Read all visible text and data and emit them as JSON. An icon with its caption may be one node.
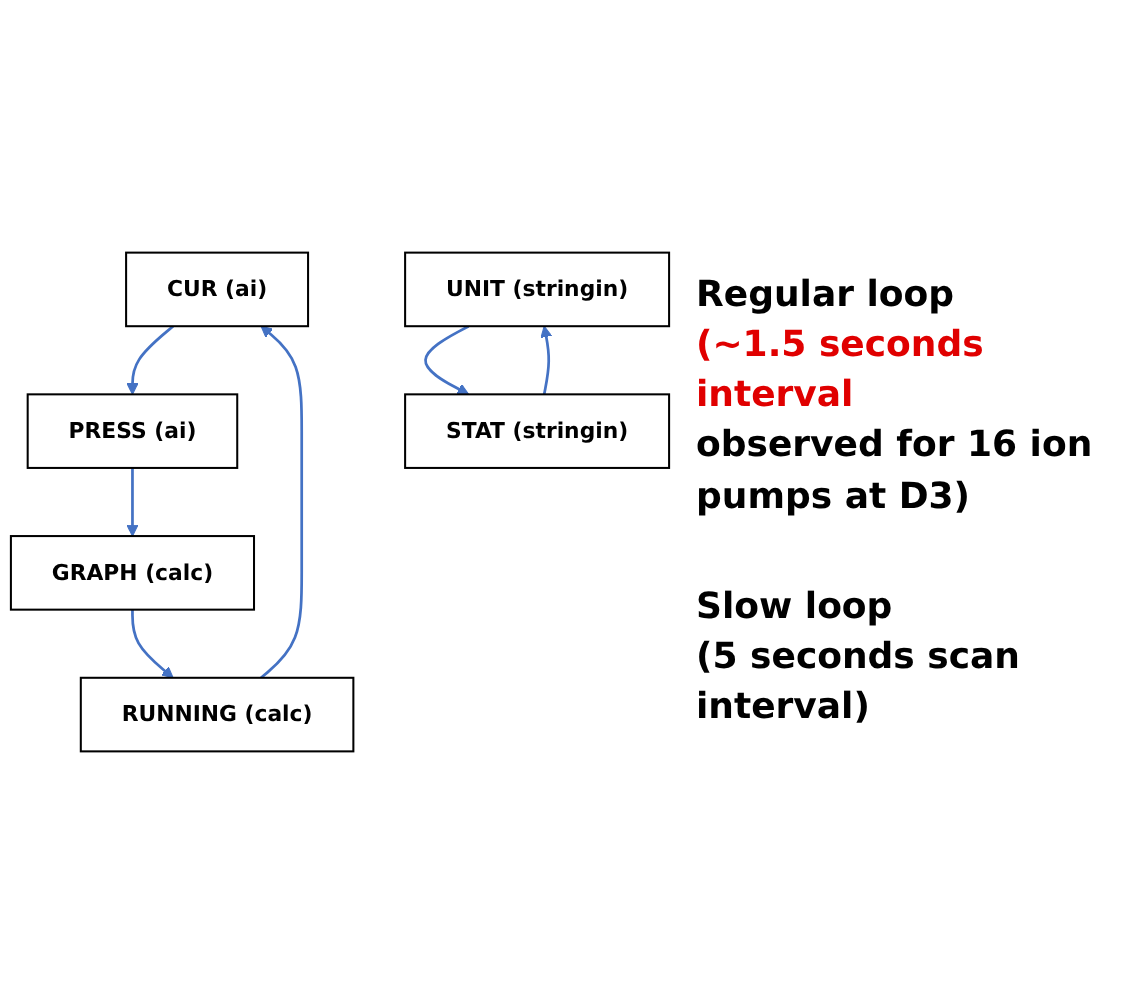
{
  "diagram": {
    "nodes": [
      {
        "text": [
          "CUR (ai)"
        ]
      },
      {
        "text": [
          "PRESS (ai)"
        ]
      },
      {
        "text": [
          "GRAPH (calc)"
        ]
      },
      {
        "text": [
          "RUNNING (calc)"
        ]
      },
      {
        "text": [
          "UNIT (stringin)"
        ]
      },
      {
        "text": [
          "STAT (stringin)"
        ]
      }
    ],
    "edges": [
      {
        "from": 0,
        "to": 1,
        "arrow": "to"
      },
      {
        "from": 1,
        "to": 2,
        "arrow": "to"
      },
      {
        "from": 2,
        "to": 3,
        "arrow": "to"
      },
      {
        "from": 3,
        "to": 0,
        "arrow": "to"
      },
      {
        "from": 4,
        "to": 5,
        "arrow": "to"
      },
      {
        "from": 5,
        "to": 4,
        "arrow": "to"
      }
    ],
    "labels": [
      "Regular loop",
      "(~1.5 seconds interval",
      "observed for 16 ion pumps at D3)",
      "Slow loop",
      "(5 seconds scan interval)"
    ]
  }
}
